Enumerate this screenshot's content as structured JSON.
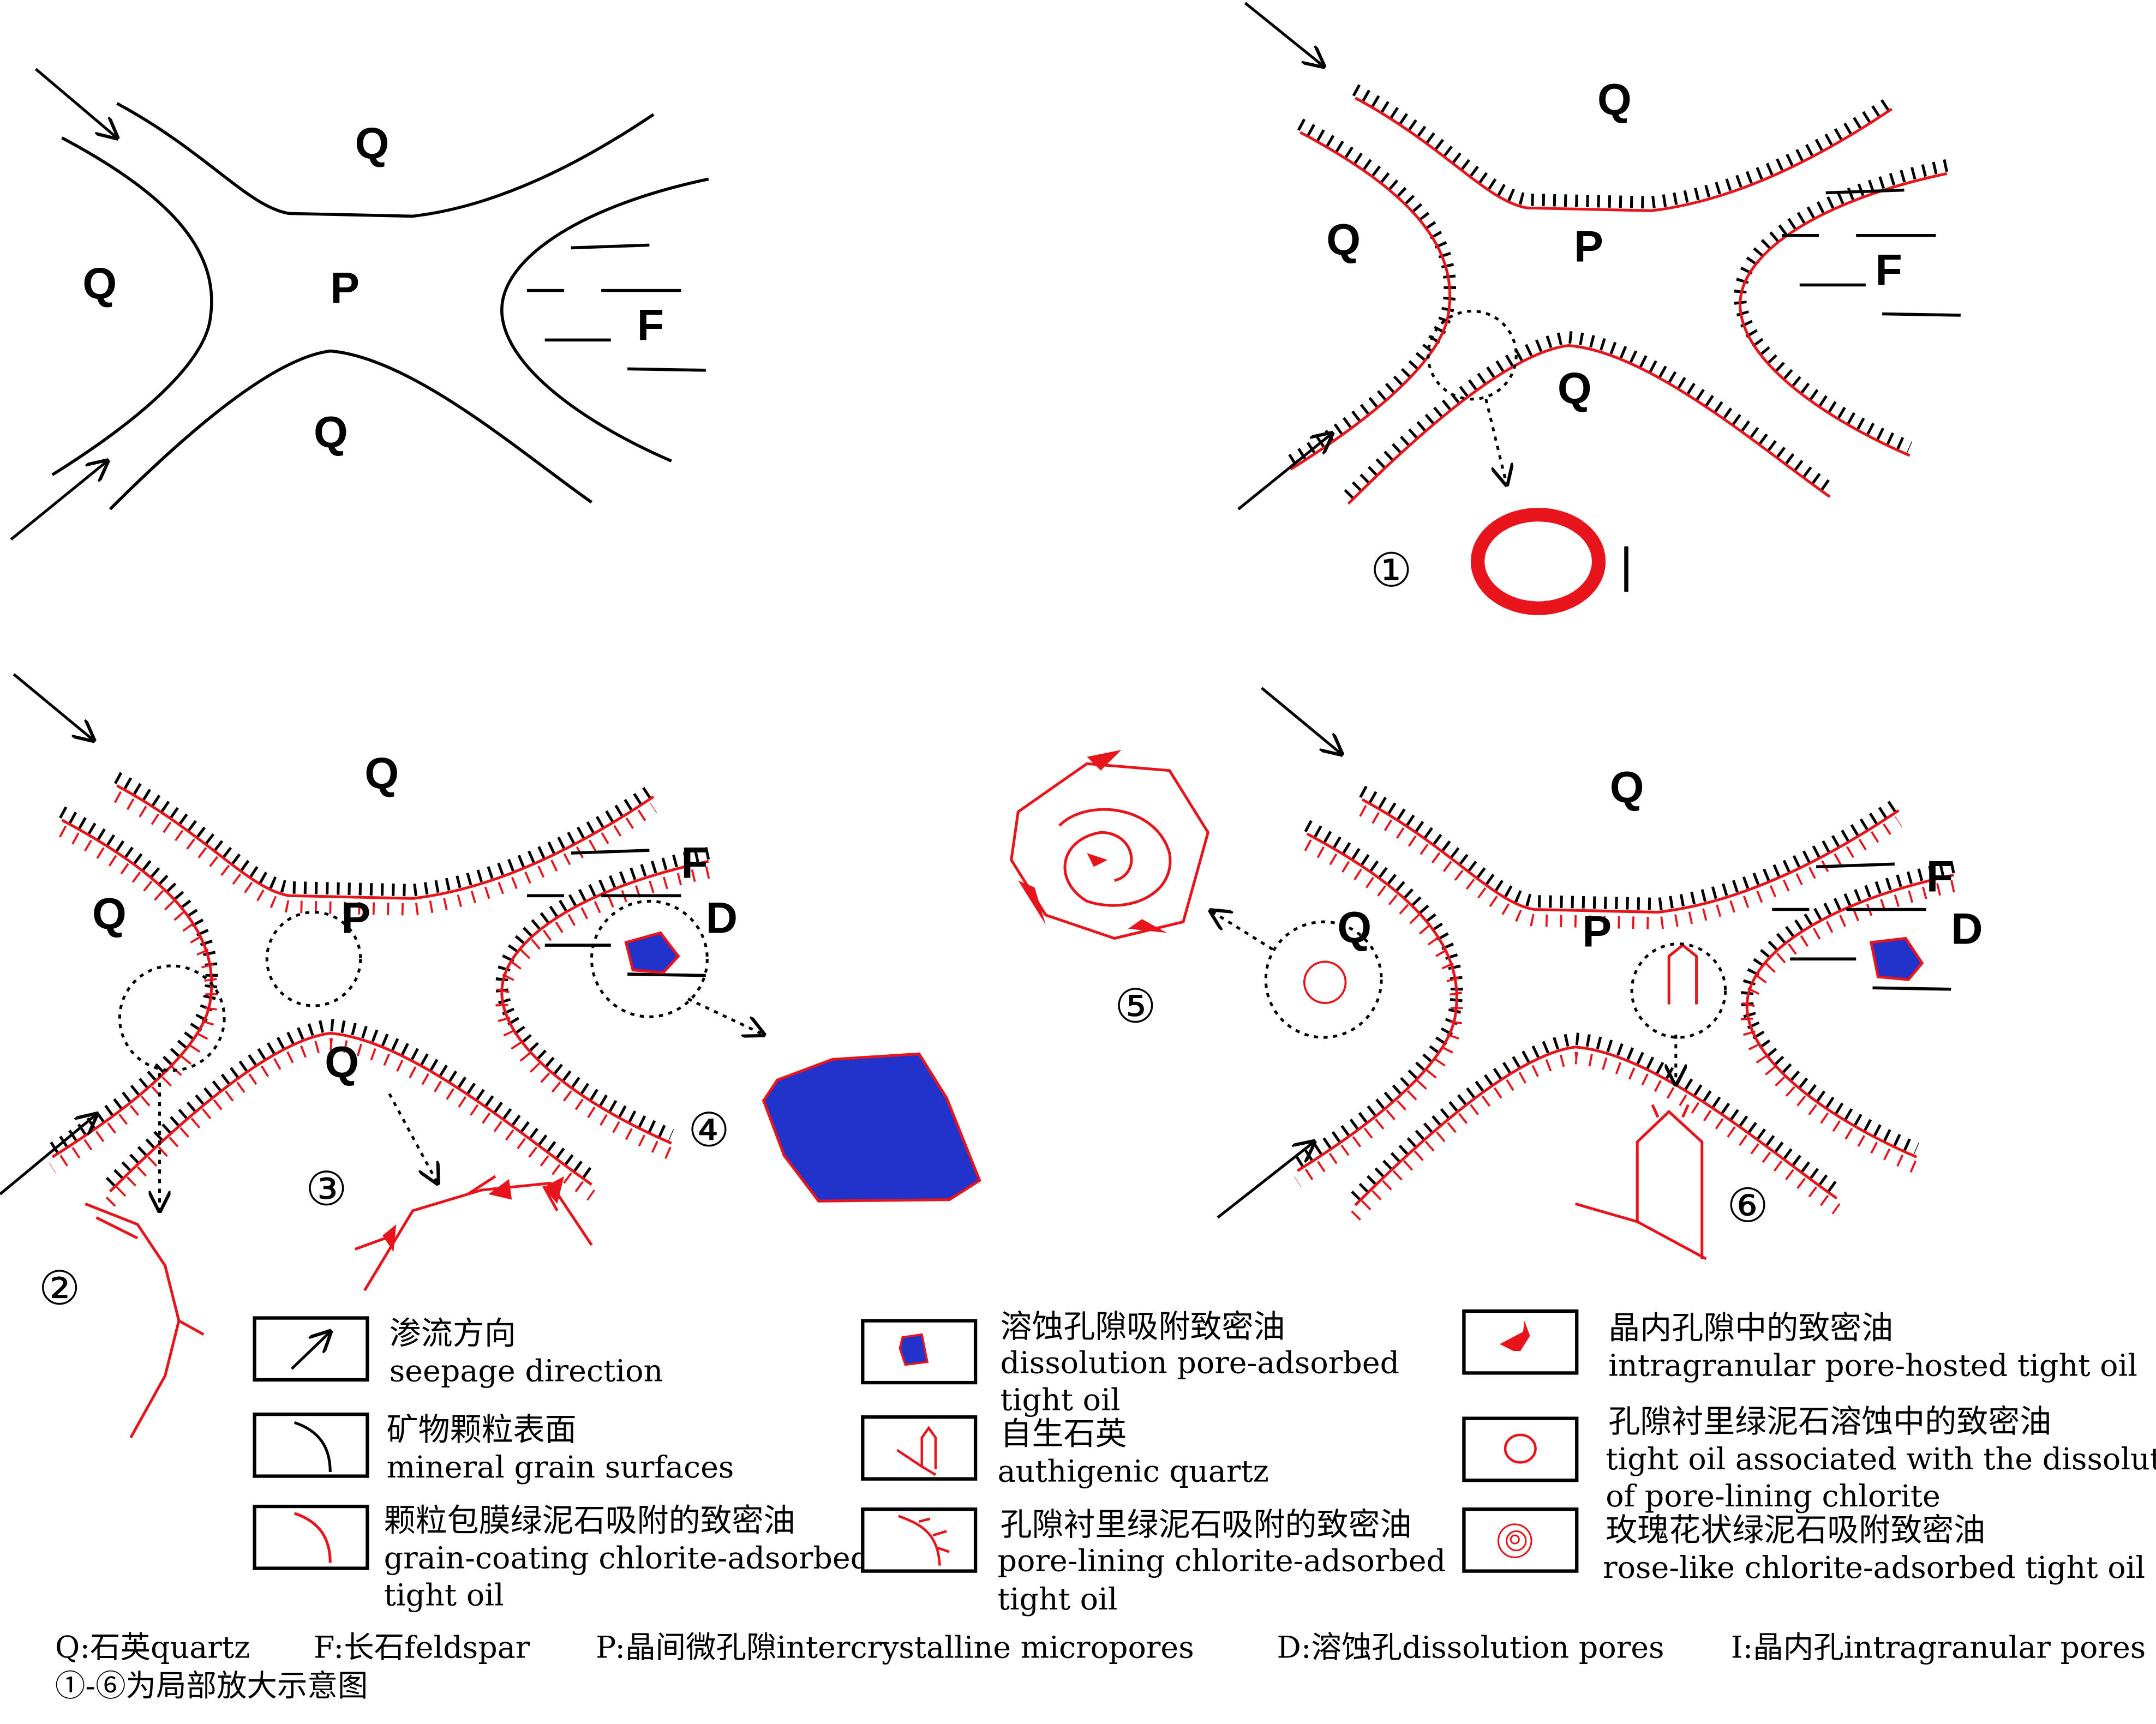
{
  "panels": {
    "p1": {
      "labels": [
        "Q",
        "Q",
        "P",
        "Q",
        "F"
      ]
    },
    "p2": {
      "labels": [
        "Q",
        "Q",
        "P",
        "Q",
        "F"
      ],
      "callout": "①",
      "pore_label": "I"
    },
    "p3": {
      "labels": [
        "Q",
        "Q",
        "P",
        "Q",
        "F",
        "D"
      ],
      "callouts": [
        "②",
        "③",
        "④"
      ]
    },
    "p4": {
      "labels": [
        "Q",
        "Q",
        "P",
        "F",
        "D"
      ],
      "callouts": [
        "⑤",
        "⑥"
      ]
    }
  },
  "legend": [
    {
      "zh": "渗流方向",
      "en": [
        "seepage direction"
      ],
      "icon": "arrow-icon"
    },
    {
      "zh": "矿物颗粒表面",
      "en": [
        "mineral grain surfaces"
      ],
      "icon": "grain-surface-icon"
    },
    {
      "zh": "颗粒包膜绿泥石吸附的致密油",
      "en": [
        "grain-coating chlorite-adsorbed",
        "tight oil"
      ],
      "icon": "grain-coating-icon"
    },
    {
      "zh": "溶蚀孔隙吸附致密油",
      "en": [
        "dissolution pore-adsorbed",
        "tight oil"
      ],
      "icon": "dissolution-pore-icon"
    },
    {
      "zh": "自生石英",
      "en": [
        "authigenic quartz"
      ],
      "icon": "authigenic-quartz-icon"
    },
    {
      "zh": "孔隙衬里绿泥石吸附的致密油",
      "en": [
        "pore-lining chlorite-adsorbed",
        "tight oil"
      ],
      "icon": "pore-lining-icon"
    },
    {
      "zh": "晶内孔隙中的致密油",
      "en": [
        "intragranular pore-hosted tight oil"
      ],
      "icon": "intragranular-oil-icon"
    },
    {
      "zh": "孔隙衬里绿泥石溶蚀中的致密油",
      "en": [
        "tight oil associated with the dissolution",
        "of pore-lining chlorite"
      ],
      "icon": "ring-icon"
    },
    {
      "zh": "玫瑰花状绿泥石吸附致密油",
      "en": [
        "rose-like chlorite-adsorbed tight oil"
      ],
      "icon": "rose-icon"
    }
  ],
  "footnote": {
    "abbrevs": [
      "Q:石英quartz",
      "F:长石feldspar",
      "P:晶间微孔隙intercrystalline micropores",
      "D:溶蚀孔dissolution pores",
      "I:晶内孔intragranular pores"
    ],
    "note": "①-⑥为局部放大示意图"
  },
  "colors": {
    "oil": "#e8141b",
    "pore": "#2233cc"
  }
}
